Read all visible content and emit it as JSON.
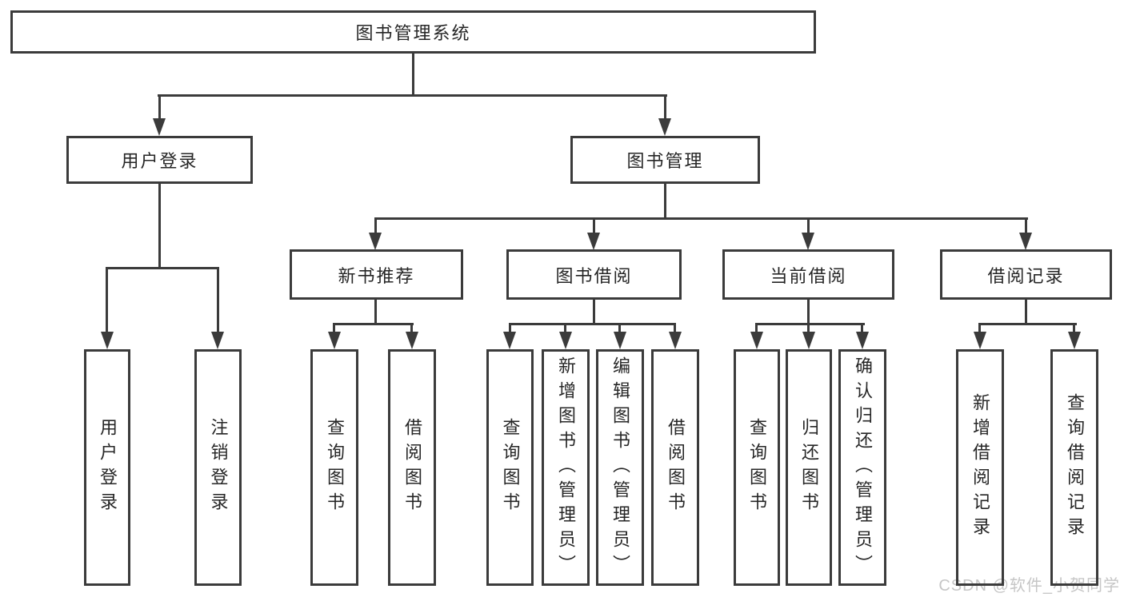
{
  "diagram": {
    "root": {
      "label": "图书管理系统"
    },
    "level2": {
      "user_login": {
        "label": "用户登录"
      },
      "book_mgmt": {
        "label": "图书管理"
      }
    },
    "level3": {
      "new_book": {
        "label": "新书推荐"
      },
      "book_borrow": {
        "label": "图书借阅"
      },
      "current_borrow": {
        "label": "当前借阅"
      },
      "borrow_records": {
        "label": "借阅记录"
      }
    },
    "leaves": {
      "user_login": [
        "用户登录",
        "注销登录"
      ],
      "new_book": [
        "查询图书",
        "借阅图书"
      ],
      "book_borrow": [
        "查询图书",
        "新增图书（管理员）",
        "编辑图书（管理员）",
        "借阅图书"
      ],
      "current_borrow": [
        "查询图书",
        "归还图书",
        "确认归还（管理员）"
      ],
      "borrow_records": [
        "新增借阅记录",
        "查询借阅记录"
      ]
    }
  },
  "watermark": "CSDN @软件_小贺同学",
  "colors": {
    "line": "#3b3b3b",
    "text": "#262626",
    "watermark": "#c6c6c6",
    "background": "#ffffff"
  }
}
